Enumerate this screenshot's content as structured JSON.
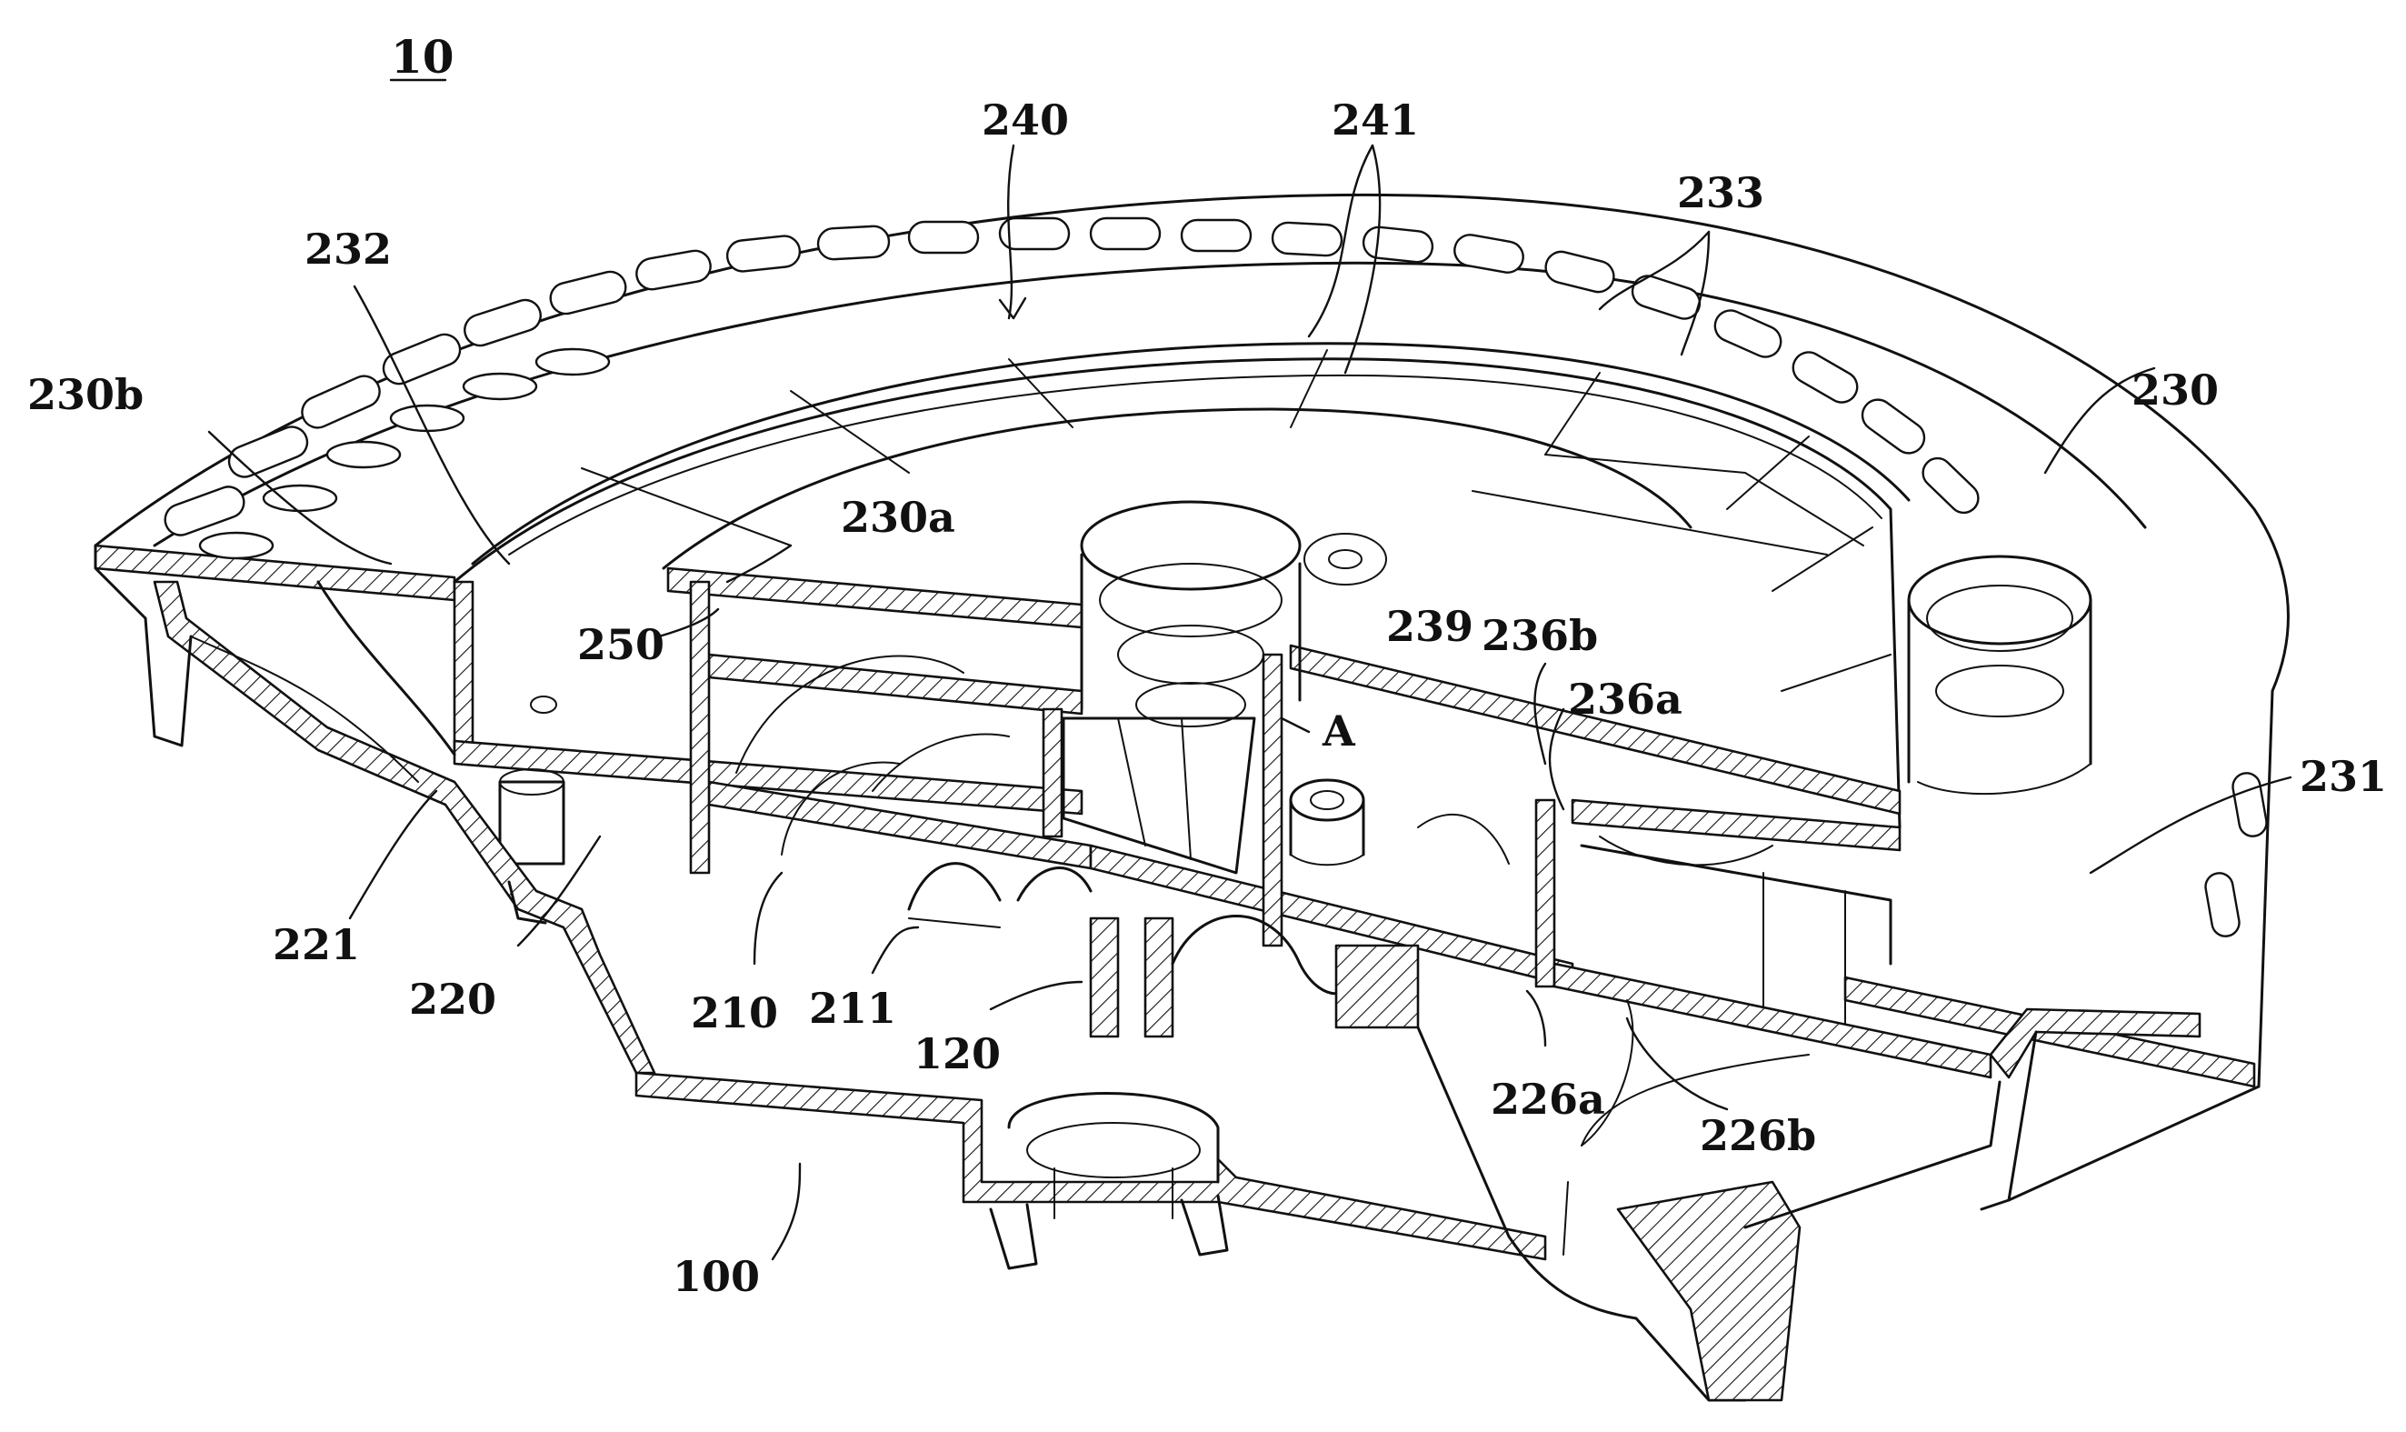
{
  "figure": {
    "title_ref": "10",
    "labels": {
      "l240": "240",
      "l241": "241",
      "l233": "233",
      "l232": "232",
      "l230b": "230b",
      "l230": "230",
      "l230a": "230a",
      "l250": "250",
      "l239": "239",
      "l236b": "236b",
      "l236a": "236a",
      "lA": "A",
      "l231": "231",
      "l221": "221",
      "l220": "220",
      "l210": "210",
      "l211": "211",
      "l120": "120",
      "l226a": "226a",
      "l226b": "226b",
      "l100": "100"
    }
  }
}
